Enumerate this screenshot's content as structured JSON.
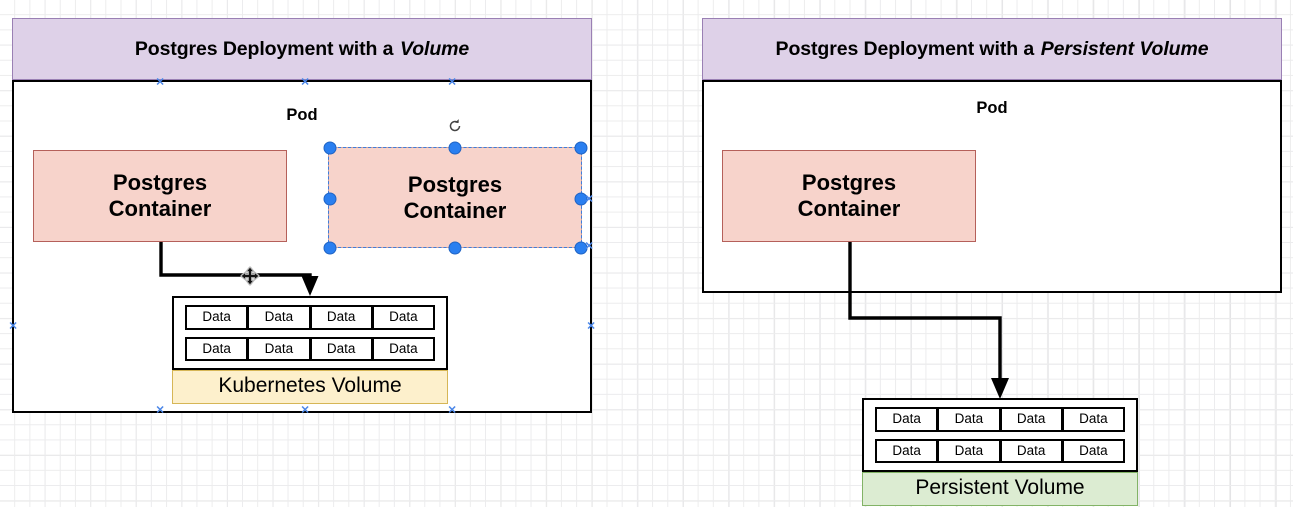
{
  "canvas": {
    "background_color": "#ffffff",
    "grid_color": "#e2e2e4"
  },
  "palette": {
    "title_fill": "#ded1e8",
    "title_stroke": "#9a80b4",
    "container_fill": "#f7d3cb",
    "container_stroke": "#b5605a",
    "kubernetes_volume_fill": "#fdf0cc",
    "kubernetes_volume_stroke": "#d6b656",
    "persistent_volume_fill": "#dcecd2",
    "persistent_volume_stroke": "#82b366",
    "selection_handle": "#2a7ff0",
    "selection_outline": "#d6564a",
    "connector": "#000000"
  },
  "diagrams": [
    {
      "id": "volume-diagram",
      "title_prefix": "Postgres Deployment with a",
      "title_emphasis": "Volume",
      "pod_label": "Pod",
      "containers": [
        {
          "line1": "Postgres",
          "line2": "Container",
          "selected": false
        },
        {
          "line1": "Postgres",
          "line2": "Container",
          "selected": true
        }
      ],
      "volume": {
        "label": "Kubernetes Volume",
        "rows": [
          [
            "Data",
            "Data",
            "Data",
            "Data"
          ],
          [
            "Data",
            "Data",
            "Data",
            "Data"
          ]
        ]
      }
    },
    {
      "id": "persistent-volume-diagram",
      "title_prefix": "Postgres Deployment with a",
      "title_emphasis": "Persistent Volume",
      "pod_label": "Pod",
      "containers": [
        {
          "line1": "Postgres",
          "line2": "Container",
          "selected": false
        }
      ],
      "volume": {
        "label": "Persistent Volume",
        "rows": [
          [
            "Data",
            "Data",
            "Data",
            "Data"
          ],
          [
            "Data",
            "Data",
            "Data",
            "Data"
          ]
        ]
      }
    }
  ],
  "selection": {
    "rotate_icon": "rotate-handle-icon",
    "move_cursor_icon": "move-cursor-icon",
    "handle_count": 8
  }
}
